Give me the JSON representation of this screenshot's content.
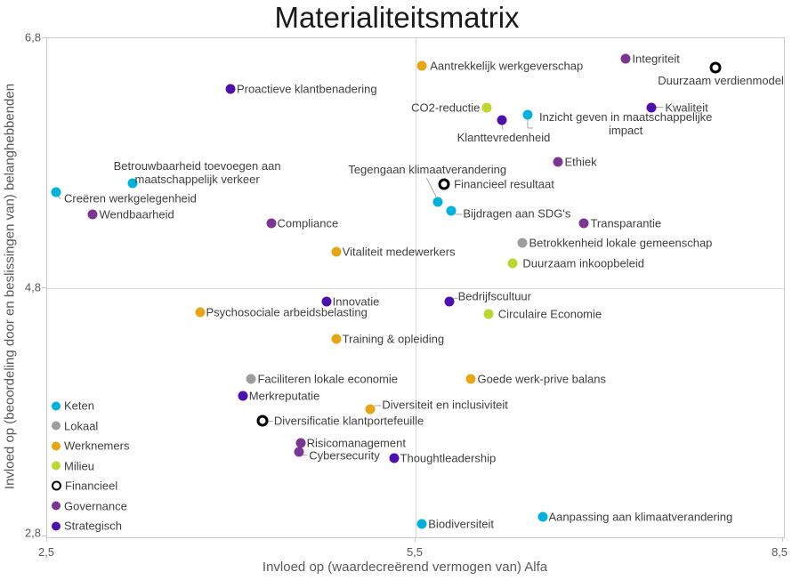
{
  "chart": {
    "title": "Materialiteitsmatrix",
    "x_axis": {
      "title": "Invloed op (waardecreërend vermogen van) Alfa",
      "ticks": [
        "2,5",
        "5,5",
        "8,5"
      ]
    },
    "y_axis": {
      "title": "Invloed op (beoordeling door en beslissingen van) belanghebbenden",
      "ticks": [
        "6,8",
        "4,8",
        "2,8"
      ]
    }
  },
  "legend": {
    "items": [
      "Keten",
      "Lokaal",
      "Werknemers",
      "Milieu",
      "Financieel",
      "Governance",
      "Strategisch"
    ]
  },
  "chart_data": {
    "type": "scatter",
    "title": "Materialiteitsmatrix",
    "xlabel": "Invloed op (waardecreërend vermogen van) Alfa",
    "ylabel": "Invloed op (beoordeling door en beslissingen van) belanghebbenden",
    "xlim": [
      2.5,
      8.5
    ],
    "ylim": [
      2.8,
      6.8
    ],
    "xticks": [
      2.5,
      5.5,
      8.5
    ],
    "yticks": [
      2.8,
      4.8,
      6.8
    ],
    "quadrant_lines": {
      "x": 5.5,
      "y": 4.8
    },
    "legend_position": "inside-bottom-left",
    "series": [
      {
        "name": "Keten",
        "color": "#00B2DC",
        "marker": "circle",
        "points": [
          {
            "label": "Inzicht geven in maatschappelijke impact",
            "x": 6.42,
            "y": 6.18,
            "lines": [
              "Inzicht geven in maatschappelijke",
              "impact"
            ],
            "lp": "r",
            "ldx": 6,
            "ldy": 10,
            "conn": [
              [
                0,
                5,
                0,
                15
              ],
              [
                0,
                15,
                6,
                15
              ]
            ]
          },
          {
            "label": "Betrouwbaarheid toevoegen aan maatschappelijk verkeer",
            "x": 3.2,
            "y": 5.63,
            "lines": [
              "Betrouwbaarheid toevoegen aan",
              "maatschappelijk verkeer"
            ],
            "lp": "a",
            "ldx": 73,
            "ldy": 10
          },
          {
            "label": "Creëren werkgelegenheid",
            "x": 2.58,
            "y": 5.56,
            "lp": "r",
            "ldx": 2,
            "ldy": 7,
            "conn": [
              [
                2,
                4,
                5,
                8
              ]
            ]
          },
          {
            "label": "Tegengaan klimaatverandering",
            "x": 5.69,
            "y": 5.48,
            "lp": "a",
            "ldx": -12,
            "ldy": -22,
            "conn": [
              [
                -13,
                -27,
                -2,
                -6
              ]
            ]
          },
          {
            "label": "Bijdragen aan SDG's",
            "x": 5.8,
            "y": 5.41,
            "lp": "r",
            "ldx": 6,
            "ldy": 3,
            "conn": [
              [
                4,
                4,
                12,
                4
              ]
            ]
          },
          {
            "label": "Biodiversiteit",
            "x": 5.56,
            "y": 2.9,
            "lp": "r"
          },
          {
            "label": "Aanpassing aan klimaatverandering",
            "x": 6.54,
            "y": 2.96,
            "lp": "r"
          }
        ]
      },
      {
        "name": "Lokaal",
        "color": "#9D9D9D",
        "marker": "circle",
        "points": [
          {
            "label": "Betrokkenheid lokale gemeenschap",
            "x": 6.38,
            "y": 5.15,
            "lp": "r"
          },
          {
            "label": "Faciliteren lokale economie",
            "x": 4.17,
            "y": 4.06,
            "lp": "r"
          }
        ]
      },
      {
        "name": "Werknemers",
        "color": "#E7A614",
        "marker": "circle",
        "points": [
          {
            "label": "Aantrekkelijk werkgeverschap",
            "x": 5.56,
            "y": 6.57,
            "lp": "r",
            "ldx": 2
          },
          {
            "label": "Vitaliteit medewerkers",
            "x": 4.86,
            "y": 5.08,
            "lp": "r"
          },
          {
            "label": "Psychosociale arbeidsbelasting",
            "x": 3.75,
            "y": 4.6,
            "lp": "r"
          },
          {
            "label": "Training & opleiding",
            "x": 4.86,
            "y": 4.38,
            "lp": "r"
          },
          {
            "label": "Goede werk-prive balans",
            "x": 5.96,
            "y": 4.06,
            "lp": "r"
          },
          {
            "label": "Diversiteit en inclusiviteit",
            "x": 5.14,
            "y": 3.82,
            "lp": "r",
            "ldx": 6,
            "ldy": -5,
            "conn": [
              [
                4,
                -4,
                12,
                -4
              ]
            ]
          }
        ]
      },
      {
        "name": "Milieu",
        "color": "#BFD62F",
        "marker": "circle",
        "points": [
          {
            "label": "CO2-reductie",
            "x": 6.09,
            "y": 6.24,
            "lp": "l",
            "ldx": -1
          },
          {
            "label": "Duurzaam inkoopbeleid",
            "x": 6.3,
            "y": 4.99,
            "lp": "r",
            "ldx": 4
          },
          {
            "label": "Circulaire Economie",
            "x": 6.1,
            "y": 4.58,
            "lp": "r",
            "ldx": 4
          }
        ]
      },
      {
        "name": "Financieel",
        "color": "#000000",
        "marker": "ring",
        "points": [
          {
            "label": "Duurzaam verdienmodel",
            "x": 7.95,
            "y": 6.56,
            "lp": "b",
            "ldx": 6
          },
          {
            "label": "Financieel resultaat",
            "x": 5.74,
            "y": 5.62,
            "lp": "r",
            "ldx": 4
          },
          {
            "label": "Diversificatie klantportefeuille",
            "x": 4.26,
            "y": 3.73,
            "lp": "r",
            "ldx": 6,
            "conn": [
              [
                6,
                1,
                12,
                1
              ]
            ]
          }
        ]
      },
      {
        "name": "Governance",
        "color": "#7D3593",
        "marker": "circle",
        "points": [
          {
            "label": "Integriteit",
            "x": 7.22,
            "y": 6.63,
            "lp": "r"
          },
          {
            "label": "Ethiek",
            "x": 6.67,
            "y": 5.8,
            "lp": "r"
          },
          {
            "label": "Wendbaarheid",
            "x": 2.88,
            "y": 5.38,
            "lp": "r"
          },
          {
            "label": "Compliance",
            "x": 4.33,
            "y": 5.31,
            "lp": "r"
          },
          {
            "label": "Transparantie",
            "x": 6.88,
            "y": 5.31,
            "lp": "r"
          },
          {
            "label": "Risicomanagement",
            "x": 4.57,
            "y": 3.55,
            "lp": "r"
          },
          {
            "label": "Cybersecurity",
            "x": 4.56,
            "y": 3.48,
            "lp": "r",
            "ldx": 4,
            "ldy": 4,
            "conn": [
              [
                3,
                4,
                9,
                4
              ]
            ]
          }
        ]
      },
      {
        "name": "Strategisch",
        "color": "#4D0FAE",
        "marker": "circle",
        "points": [
          {
            "label": "Proactieve klantbenadering",
            "x": 4.0,
            "y": 6.39,
            "lp": "r"
          },
          {
            "label": "Kwaliteit",
            "x": 7.43,
            "y": 6.24,
            "lp": "r",
            "ldx": 8,
            "conn": [
              [
                5,
                0,
                13,
                0
              ]
            ]
          },
          {
            "label": "Klanttevredenheid",
            "x": 6.21,
            "y": 6.14,
            "lp": "b",
            "ldx": 2,
            "ldy": 5,
            "conn": [
              [
                0,
                5,
                1,
                11
              ]
            ]
          },
          {
            "label": "Innovatie",
            "x": 4.78,
            "y": 4.68,
            "lp": "r"
          },
          {
            "label": "Bedrijfscultuur",
            "x": 5.78,
            "y": 4.68,
            "lp": "r",
            "ldx": 3,
            "ldy": -6,
            "conn": [
              [
                3,
                -4,
                10,
                -4
              ]
            ]
          },
          {
            "label": "Merkreputatie",
            "x": 4.1,
            "y": 3.93,
            "lp": "r"
          },
          {
            "label": "Thoughtleadership",
            "x": 5.33,
            "y": 3.43,
            "lp": "r"
          }
        ]
      }
    ]
  }
}
